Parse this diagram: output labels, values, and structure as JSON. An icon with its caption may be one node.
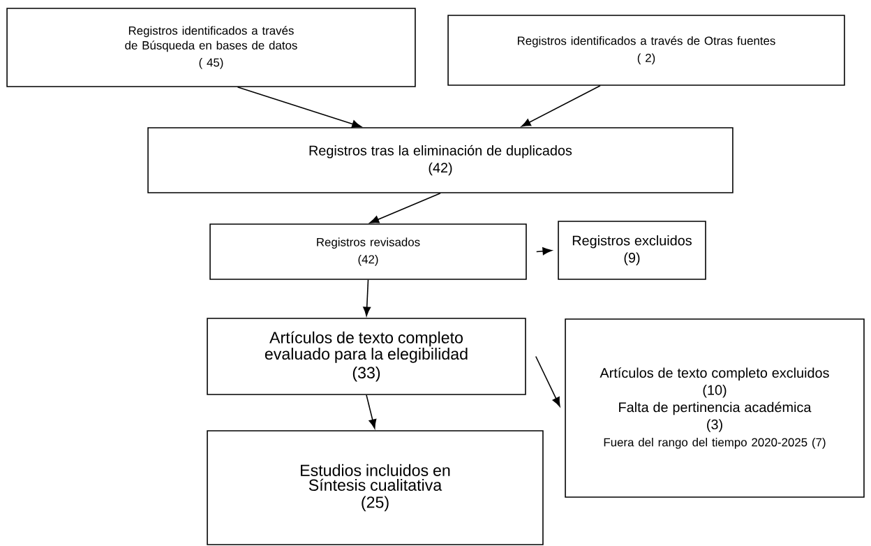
{
  "diagram": {
    "nodes": [
      {
        "text": [
          "Registros identificados a través de Búsqueda en bases de datos",
          "( 45)"
        ]
      },
      {
        "text": [
          "Registros identificados a través de Otras fuentes",
          "( 2)"
        ]
      },
      {
        "text": [
          "Registros tras la eliminación de duplicados",
          "(42)"
        ]
      },
      {
        "text": [
          "Registros revisados",
          "(42)"
        ]
      },
      {
        "text": [
          "Registros excluidos",
          "(9)"
        ]
      },
      {
        "text": [
          "Artículos de texto completo evaluado para la elegibilidad",
          "(33)"
        ]
      },
      {
        "text": [
          "Artículos de texto completo excluidos",
          "(10)",
          "Falta de pertinencia académica",
          "(3)",
          "Fuera del rango del tiempo 2020-2025 (7)"
        ]
      },
      {
        "text": [
          "Estudios incluidos en Síntesis cualitativa",
          "(25)"
        ]
      }
    ],
    "edges": [
      {
        "from": 0,
        "to": 2,
        "arrow": "to"
      },
      {
        "from": 1,
        "to": 2,
        "arrow": "to"
      },
      {
        "from": 2,
        "to": 3,
        "arrow": "to"
      },
      {
        "from": 3,
        "to": 4,
        "arrow": "to"
      },
      {
        "from": 3,
        "to": 5,
        "arrow": "to"
      },
      {
        "from": 5,
        "to": 6,
        "arrow": "to"
      },
      {
        "from": 5,
        "to": 7,
        "arrow": "to"
      }
    ]
  }
}
